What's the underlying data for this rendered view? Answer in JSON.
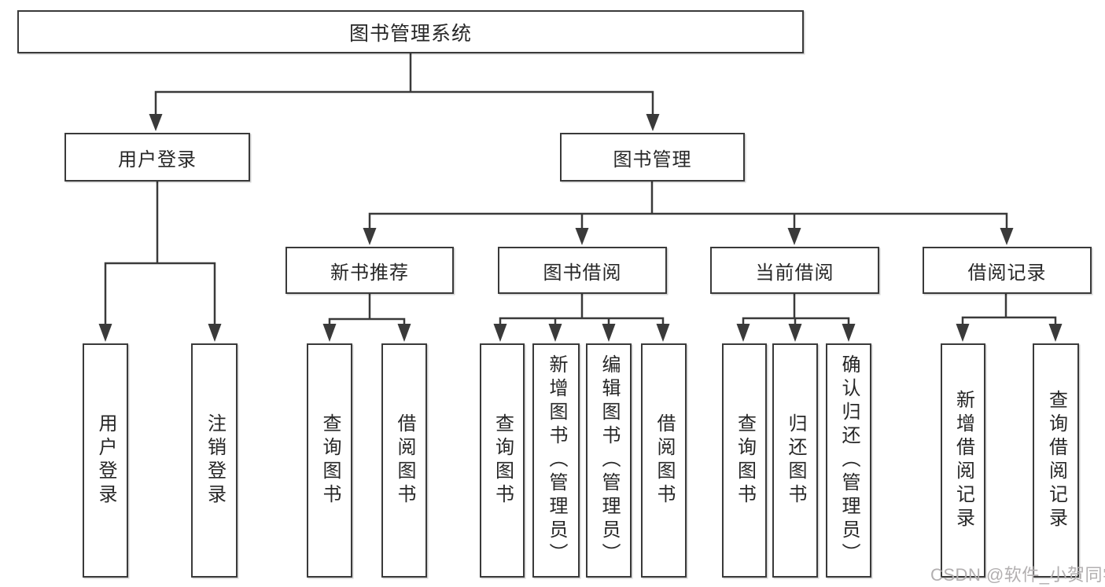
{
  "colors": {
    "background": "#ffffff",
    "box_border": "#3a3a3a",
    "connector_line": "#3a3a3a",
    "text": "#272727",
    "watermark": "#b2afb0"
  },
  "diagram": {
    "root": {
      "label": "图书管理系统",
      "children": [
        {
          "label": "用户登录",
          "children": [
            {
              "label": "用户登录"
            },
            {
              "label": "注销登录"
            }
          ]
        },
        {
          "label": "图书管理",
          "children": [
            {
              "label": "新书推荐",
              "children": [
                {
                  "label": "查询图书"
                },
                {
                  "label": "借阅图书"
                }
              ]
            },
            {
              "label": "图书借阅",
              "children": [
                {
                  "label": "查询图书"
                },
                {
                  "label": "新增图书（管理员）"
                },
                {
                  "label": "编辑图书（管理员）"
                },
                {
                  "label": "借阅图书"
                }
              ]
            },
            {
              "label": "当前借阅",
              "children": [
                {
                  "label": "查询图书"
                },
                {
                  "label": "归还图书"
                },
                {
                  "label": "确认归还（管理员）"
                }
              ]
            },
            {
              "label": "借阅记录",
              "children": [
                {
                  "label": "新增借阅记录"
                },
                {
                  "label": "查询借阅记录"
                }
              ]
            }
          ]
        }
      ]
    }
  },
  "watermark": {
    "text": "CSDN @软件_小贺同学"
  }
}
